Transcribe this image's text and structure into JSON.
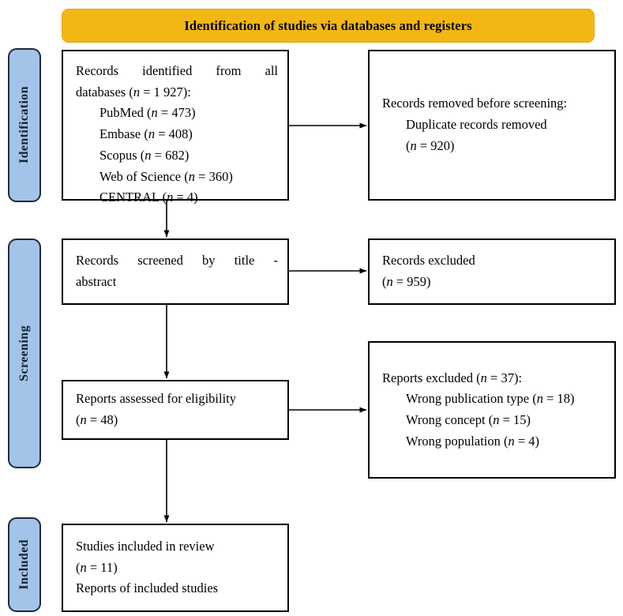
{
  "banner": {
    "title": "Identification of studies via databases and registers",
    "color": "#F3B714"
  },
  "stages": [
    {
      "id": "identification",
      "label": "Identification",
      "color": "#A3C4E8"
    },
    {
      "id": "screening",
      "label": "Screening",
      "color": "#A3C4E8"
    },
    {
      "id": "included",
      "label": "Included",
      "color": "#A3C4E8"
    }
  ],
  "boxes": {
    "identified": {
      "name": "records-identified",
      "lines": [
        "Records identified from all",
        "databases (n = 1 927):",
        "PubMed (n = 473)",
        "Embase (n = 408)",
        "Scopus (n = 682)",
        "Web of Science (n = 360)",
        "CENTRAL (n = 4)"
      ],
      "line1": "Records identified from all",
      "line2_prefix": "databases (",
      "line2_n": "n",
      "line2_suffix": " = 1 927):",
      "sources": [
        {
          "label": "PubMed",
          "n": "473"
        },
        {
          "label": "Embase",
          "n": "408"
        },
        {
          "label": "Scopus",
          "n": "682"
        },
        {
          "label": "Web of Science",
          "n": "360"
        },
        {
          "label": "CENTRAL",
          "n": "4"
        }
      ]
    },
    "removed": {
      "name": "records-removed-before-screening",
      "line1": "Records removed before screening:",
      "line2": "Duplicate records removed",
      "line3_prefix": "(",
      "line3_n": "n",
      "line3_suffix": " = 920)"
    },
    "screened": {
      "name": "records-screened",
      "line1": "Records screened by title -",
      "line2": "abstract"
    },
    "excluded": {
      "name": "records-excluded",
      "line1": "Records excluded",
      "line2_prefix": "(",
      "line2_n": "n",
      "line2_suffix": " = 959)"
    },
    "eligibility": {
      "name": "reports-assessed-for-eligibility",
      "line1": "Reports assessed for eligibility",
      "line2_prefix": "(",
      "line2_n": "n",
      "line2_suffix": " = 48)"
    },
    "reports_excluded": {
      "name": "reports-excluded",
      "header_prefix": "Reports excluded (",
      "header_n": "n",
      "header_suffix": " = 37):",
      "reasons": [
        {
          "label": "Wrong publication type",
          "n": "18"
        },
        {
          "label": "Wrong concept",
          "n": "15"
        },
        {
          "label": "Wrong population",
          "n": "4"
        }
      ]
    },
    "included": {
      "name": "studies-included-in-review",
      "line1": "Studies included in review",
      "line2_prefix": "(",
      "line2_n": "n",
      "line2_suffix": " = 11)",
      "line3": "Reports of included studies"
    }
  },
  "arrows": [
    {
      "name": "arrow-identified-to-removed",
      "direction": "right"
    },
    {
      "name": "arrow-identified-to-screened",
      "direction": "down"
    },
    {
      "name": "arrow-screened-to-excluded",
      "direction": "right"
    },
    {
      "name": "arrow-screened-to-eligibility",
      "direction": "down"
    },
    {
      "name": "arrow-eligibility-to-reports-excluded",
      "direction": "right"
    },
    {
      "name": "arrow-eligibility-to-included",
      "direction": "down"
    }
  ]
}
